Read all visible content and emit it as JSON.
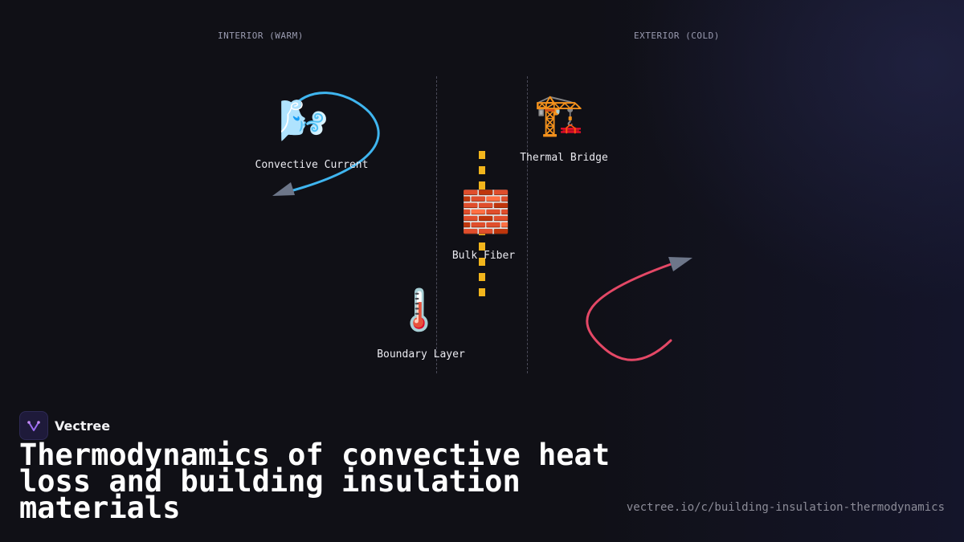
{
  "zones": {
    "interior": "INTERIOR (WARM)",
    "exterior": "EXTERIOR (COLD)"
  },
  "nodes": {
    "convective": {
      "icon": "wind-face-emoji",
      "emoji": "🌬️",
      "label": "Convective Current"
    },
    "thermal_bridge": {
      "icon": "construction-crane-emoji",
      "emoji": "🏗️",
      "label": "Thermal Bridge"
    },
    "bulk_fiber": {
      "icon": "brick-emoji",
      "emoji": "🧱",
      "label": "Bulk Fiber"
    },
    "boundary_layer": {
      "icon": "thermometer-emoji",
      "emoji": "🌡️",
      "label": "Boundary Layer"
    }
  },
  "colors": {
    "warm_arrow": "#3fb5ef",
    "cold_arrow": "#e44866",
    "arrowhead": "#6d7689",
    "fiber_dash": "#f2b51c"
  },
  "brand": {
    "name": "Vectree"
  },
  "title": "Thermodynamics of convective heat loss and building insulation materials",
  "url": "vectree.io/c/building-insulation-thermodynamics"
}
